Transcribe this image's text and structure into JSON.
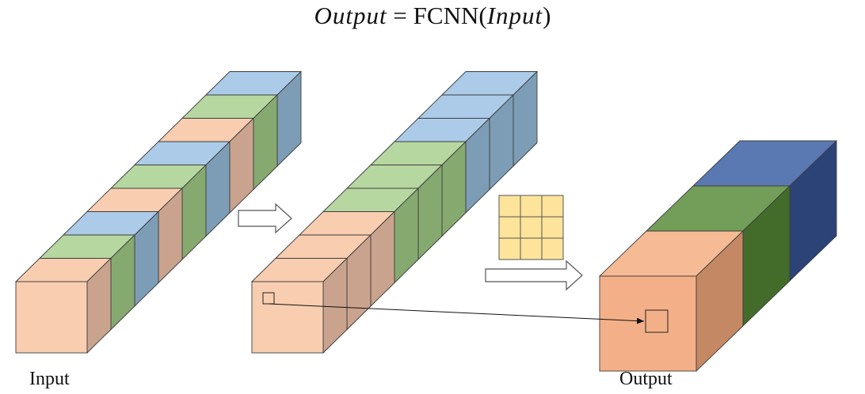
{
  "equation": {
    "lhs": "Output",
    "equals": "=",
    "function": "FCNN",
    "open_paren": "(",
    "arg": "Input",
    "close_paren": ")"
  },
  "labels": {
    "input": "Input",
    "output": "Output"
  },
  "colors": {
    "peach": "#f8cdb0",
    "peach_side": "#c9a38d",
    "green": "#b6d7a0",
    "green_side": "#86a970",
    "blue": "#abcbe9",
    "blue_side": "#7d9db6",
    "output_peach": "#f3b088",
    "output_green": "#6d9a52",
    "output_blue": "#4a6aa8",
    "kernel": "#fde49a"
  },
  "stages": {
    "input_sequence": [
      "peach",
      "green",
      "blue",
      "peach",
      "green",
      "blue",
      "peach",
      "green",
      "blue"
    ],
    "grouped_sequence": [
      "peach",
      "peach",
      "peach",
      "green",
      "green",
      "green",
      "blue",
      "blue",
      "blue"
    ],
    "output_channels": [
      "peach",
      "green",
      "blue"
    ],
    "kernel_grid": [
      3,
      3
    ]
  }
}
